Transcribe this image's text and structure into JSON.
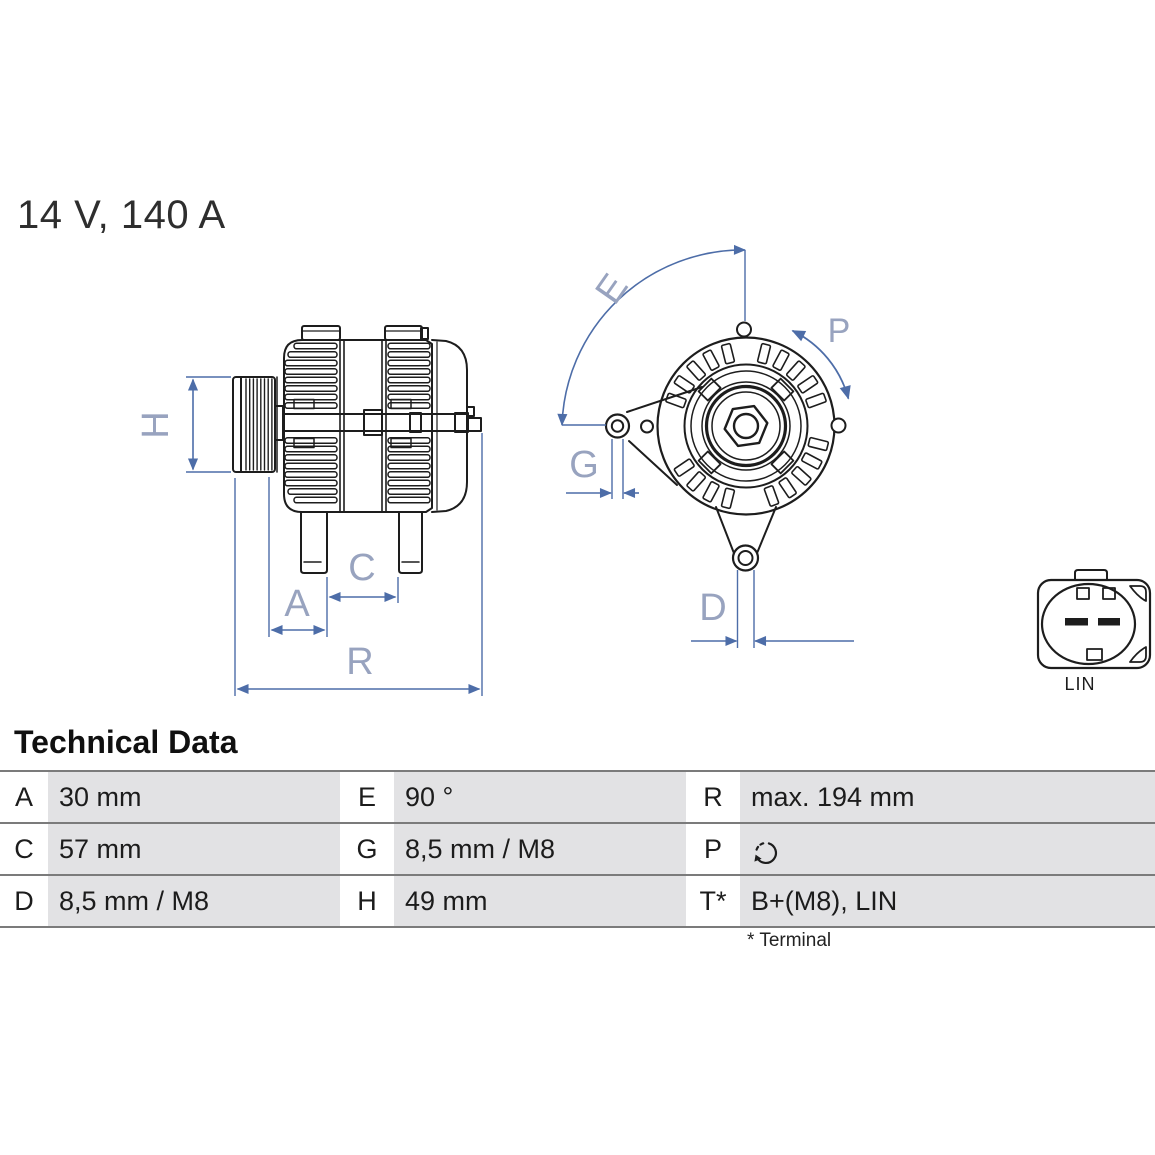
{
  "title": "14 V, 140 A",
  "colors": {
    "dimension_line_blue": "#4d6da8",
    "dimension_label_blue": "#98a3bf",
    "drawing_line_black": "#1d1d1d",
    "table_cell_gray": "#e2e2e4",
    "table_rule_gray": "#7b7b7b",
    "text_dark": "#1c1c1c"
  },
  "diagram": {
    "dimension_labels": {
      "H": "H",
      "A": "A",
      "C": "C",
      "R": "R",
      "E": "E",
      "G": "G",
      "D": "D",
      "P": "P"
    },
    "connector": {
      "label": "LIN"
    }
  },
  "technical_data": {
    "heading": "Technical Data",
    "footnote": "* Terminal",
    "rows": [
      {
        "cells": [
          {
            "label": "A",
            "value": "30 mm"
          },
          {
            "label": "E",
            "value": "90 °"
          },
          {
            "label": "R",
            "value": "max. 194 mm"
          }
        ]
      },
      {
        "cells": [
          {
            "label": "C",
            "value": "57 mm"
          },
          {
            "label": "G",
            "value": "8,5 mm / M8"
          },
          {
            "label": "P",
            "value": "",
            "icon": "counterclockwise-rotation-icon"
          }
        ]
      },
      {
        "cells": [
          {
            "label": "D",
            "value": "8,5 mm / M8"
          },
          {
            "label": "H",
            "value": "49 mm"
          },
          {
            "label": "T*",
            "value": "B+(M8), LIN"
          }
        ]
      }
    ]
  }
}
